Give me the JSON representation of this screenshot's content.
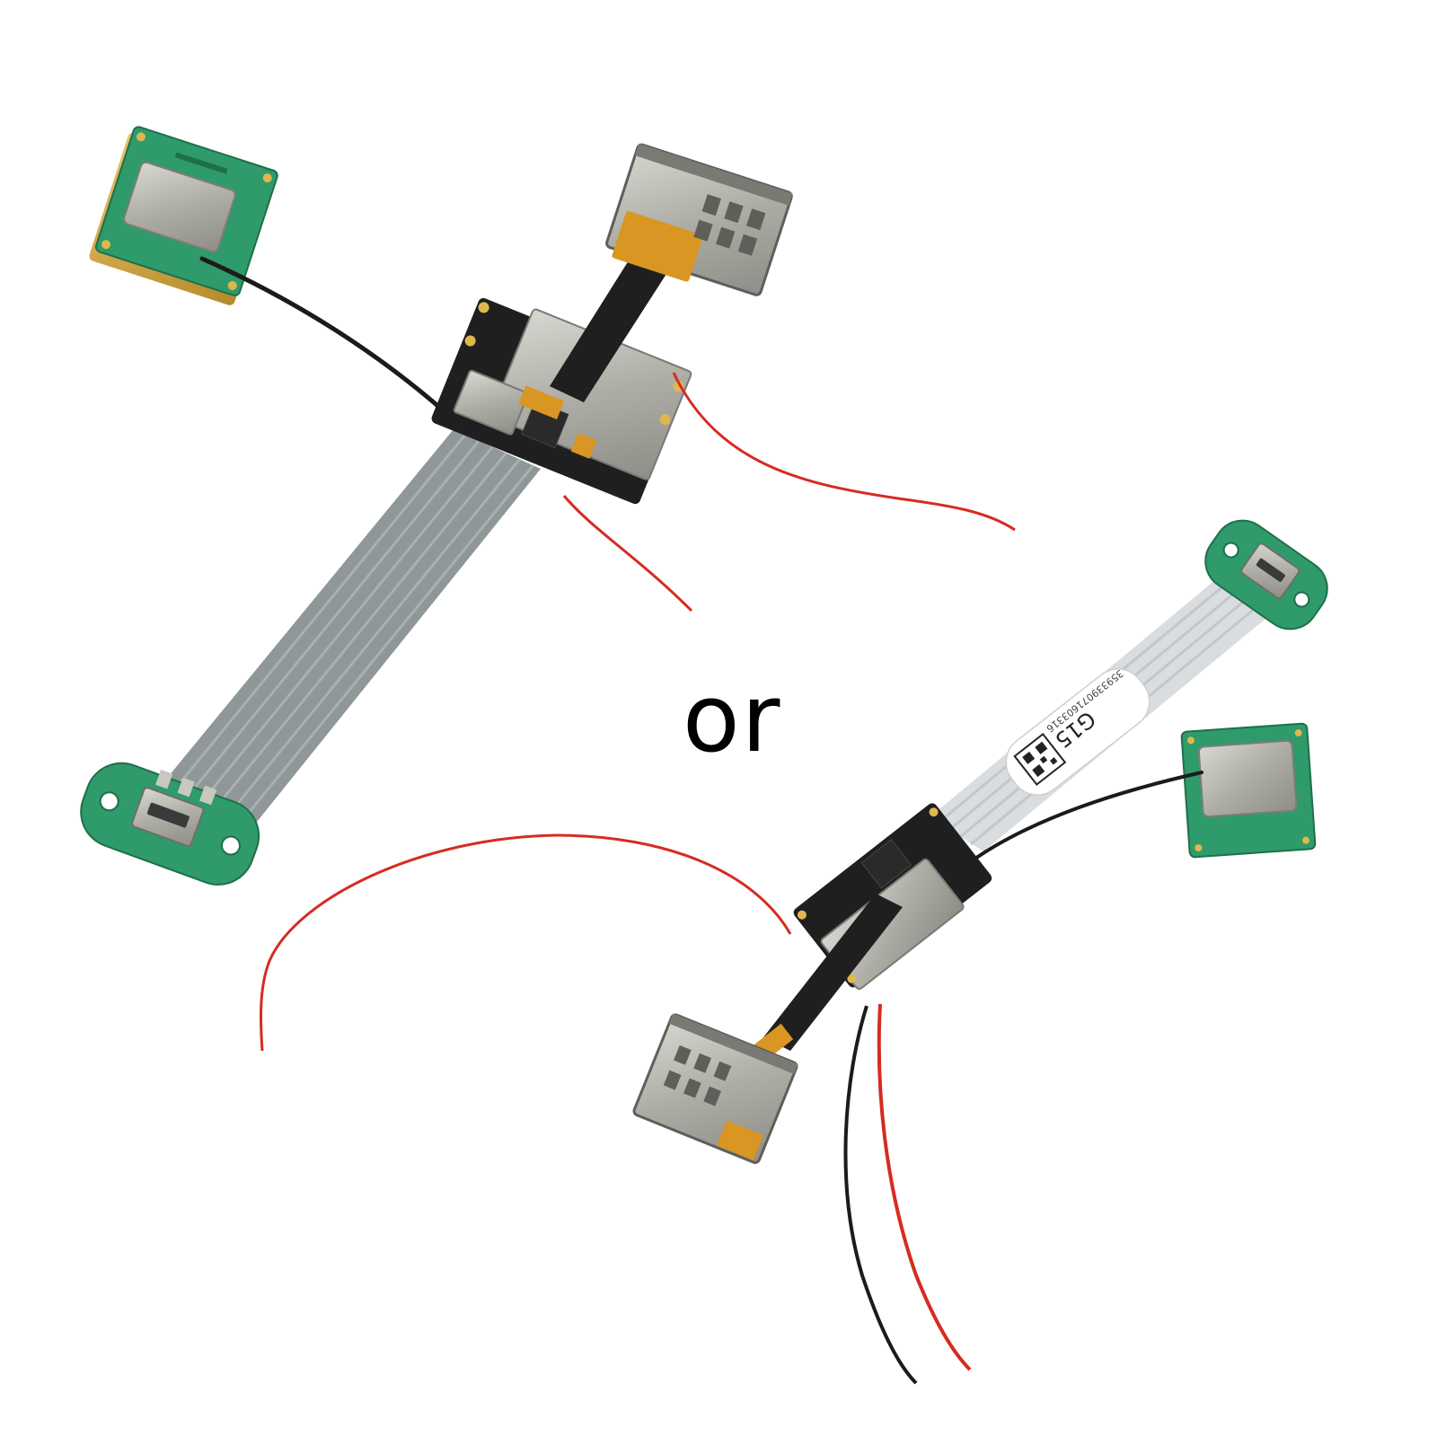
{
  "separator": {
    "text": "or"
  },
  "module_b": {
    "label_text": "G15",
    "label_number": "359339071603316"
  },
  "colors": {
    "background": "#ffffff",
    "pcb_green": "#2f9a6a",
    "ribbon_dark": "#8f9798",
    "ribbon_light": "#d9dde0",
    "wire_red": "#d62b22",
    "wire_black": "#1b1b1b",
    "shield_metal": "#b9b8b2",
    "flex_black": "#1f1f1f",
    "flex_orange": "#d99622"
  }
}
